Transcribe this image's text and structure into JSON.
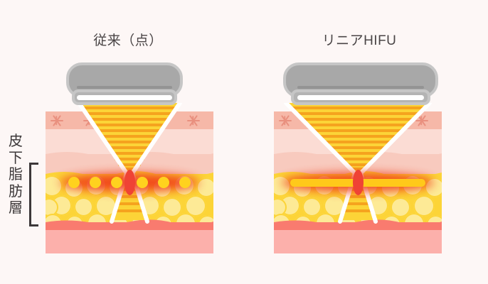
{
  "background_color": "#fdf7f6",
  "side_label": {
    "name": "subcutaneous-fat-layer",
    "chars": [
      "皮",
      "下",
      "脂",
      "肪",
      "層"
    ],
    "text": "皮下脂肪層"
  },
  "panels": [
    {
      "id": "left",
      "title": "従来（点）",
      "mode": "dot",
      "device_label": "hifu-handpiece",
      "heat": {
        "type": "dots",
        "dot_count": 6,
        "dot_color": "#ffd21e",
        "glow_color": "#f03c18",
        "focal_color": "#ef4335"
      },
      "beam": {
        "stripe_count": 14,
        "stripe_color": "#f5a31e",
        "cone_color": "#fcd437",
        "edge_color": "#ffffff"
      }
    },
    {
      "id": "right",
      "title": "リニアHIFU",
      "mode": "linear",
      "device_label": "linear-hifu-handpiece",
      "heat": {
        "type": "line",
        "bar_color": "#ffc91a",
        "glow_color": "#f03c18",
        "focal_color": "#ef4335"
      },
      "beam": {
        "stripe_count": 16,
        "stripe_color": "#f5a31e",
        "cone_color": "#fcd437",
        "edge_color": "#ffffff"
      }
    }
  ],
  "skin_layers": [
    {
      "name": "epidermis",
      "color": "#f6b8a8"
    },
    {
      "name": "dermis",
      "color": "#fbdcd4"
    },
    {
      "name": "deep-dermis",
      "color": "#f8cabe"
    },
    {
      "name": "fat-layer",
      "color": "#fcd437",
      "cell_color": "#fdea96"
    },
    {
      "name": "muscle-band",
      "color": "#f97b6f"
    },
    {
      "name": "base-tissue",
      "color": "#fcb0ab"
    }
  ]
}
